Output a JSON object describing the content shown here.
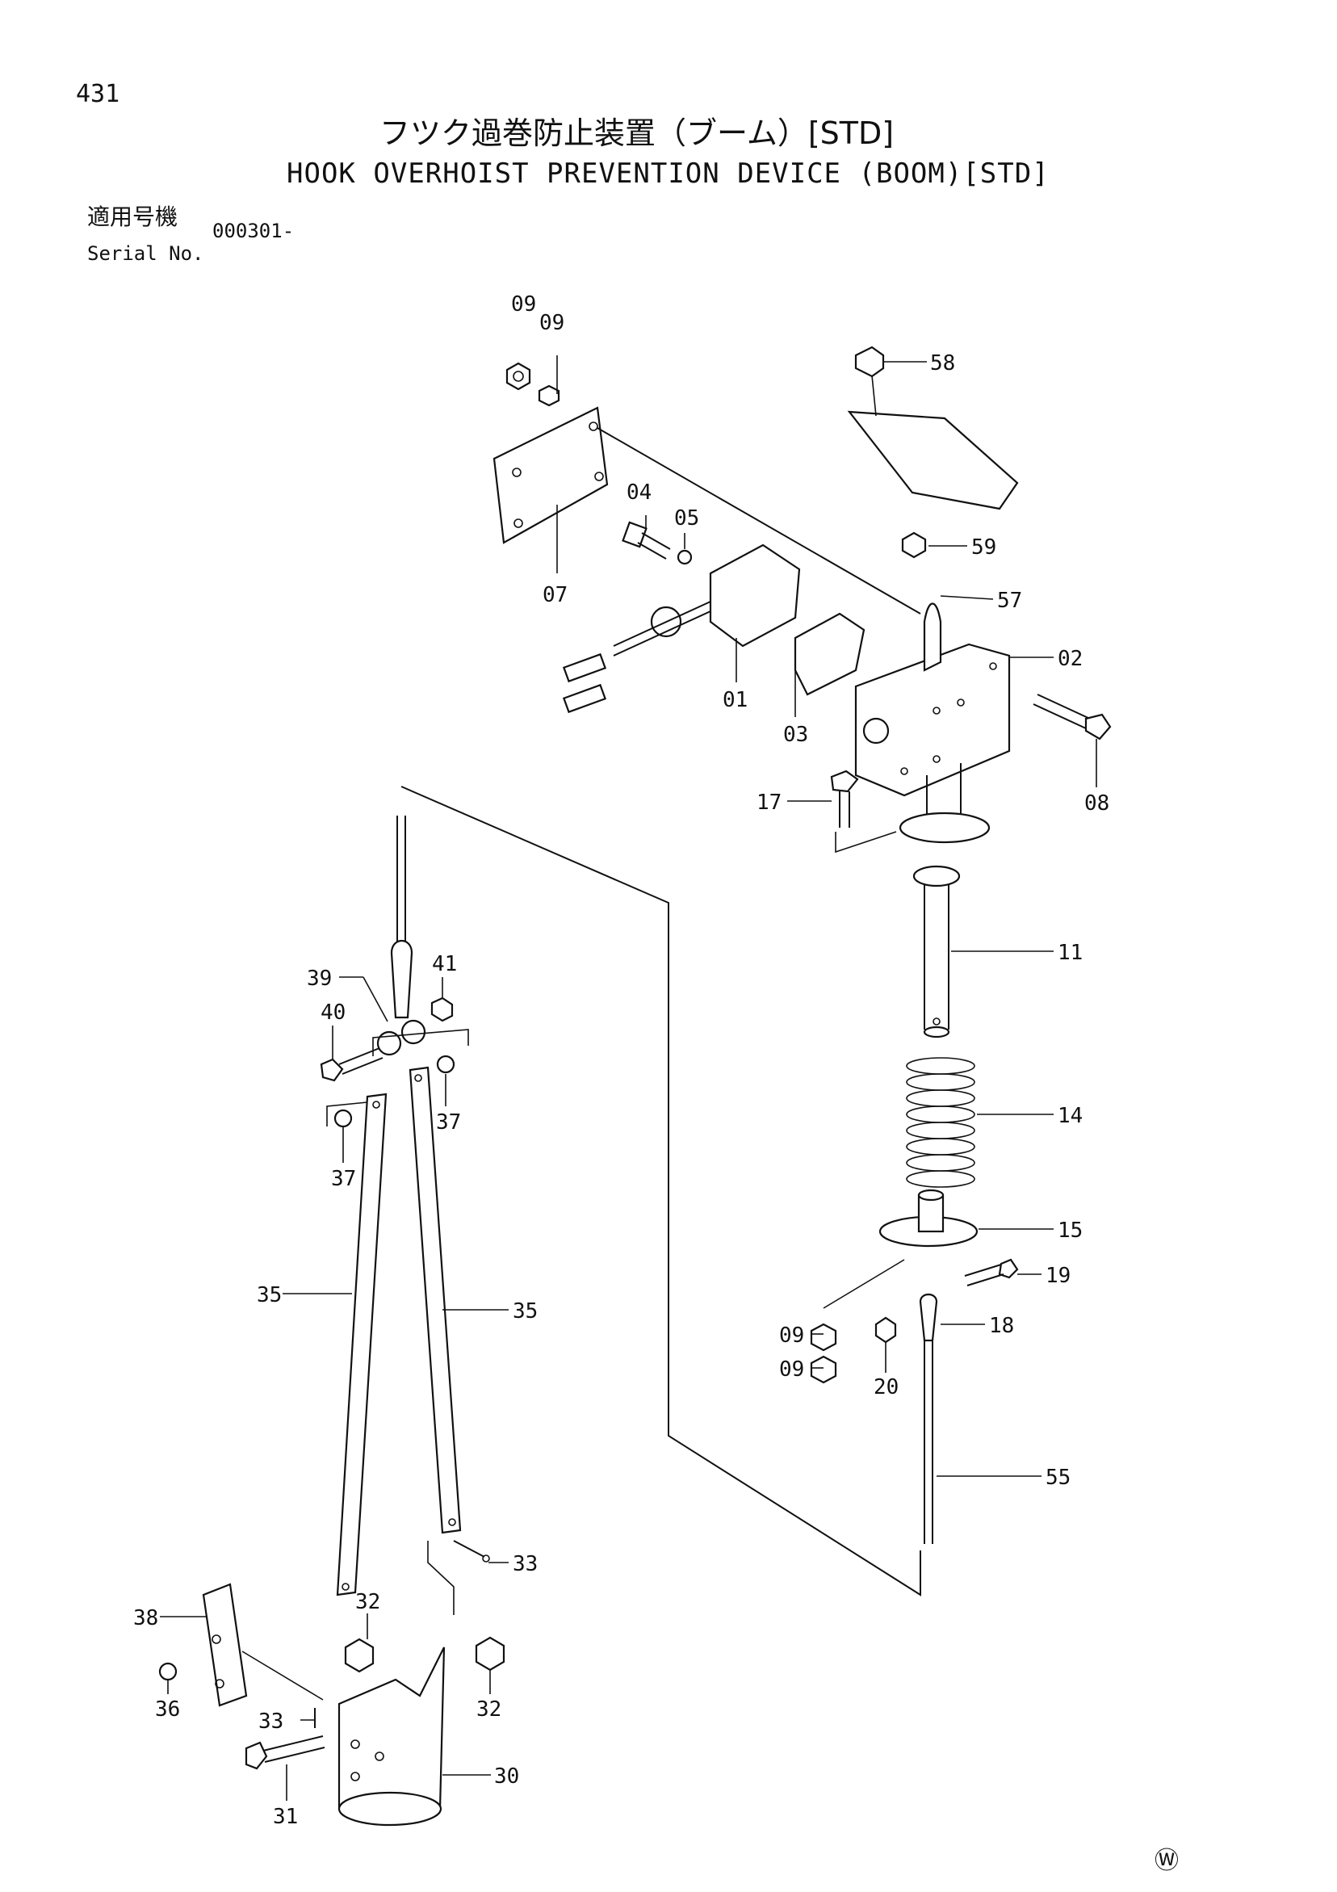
{
  "page_number": "431",
  "title_jp": "フツク過巻防止装置（ブーム）[STD]",
  "title_en": "HOOK OVERHOIST PREVENTION DEVICE (BOOM)[STD]",
  "serial_label_jp": "適用号機",
  "serial_label_en": "Serial No.",
  "serial_value": "000301-",
  "corner_mark": "Ⓦ",
  "callouts": [
    {
      "id": "c09a",
      "label": "09"
    },
    {
      "id": "c09b",
      "label": "09"
    },
    {
      "id": "c58",
      "label": "58"
    },
    {
      "id": "c04",
      "label": "04"
    },
    {
      "id": "c05",
      "label": "05"
    },
    {
      "id": "c07",
      "label": "07"
    },
    {
      "id": "c59",
      "label": "59"
    },
    {
      "id": "c57",
      "label": "57"
    },
    {
      "id": "c01",
      "label": "01"
    },
    {
      "id": "c03",
      "label": "03"
    },
    {
      "id": "c02",
      "label": "02"
    },
    {
      "id": "c08",
      "label": "08"
    },
    {
      "id": "c17",
      "label": "17"
    },
    {
      "id": "c11",
      "label": "11"
    },
    {
      "id": "c14",
      "label": "14"
    },
    {
      "id": "c15",
      "label": "15"
    },
    {
      "id": "c19",
      "label": "19"
    },
    {
      "id": "c18",
      "label": "18"
    },
    {
      "id": "c09c",
      "label": "09"
    },
    {
      "id": "c09d",
      "label": "09"
    },
    {
      "id": "c20",
      "label": "20"
    },
    {
      "id": "c55",
      "label": "55"
    },
    {
      "id": "c39",
      "label": "39"
    },
    {
      "id": "c41",
      "label": "41"
    },
    {
      "id": "c40",
      "label": "40"
    },
    {
      "id": "c37a",
      "label": "37"
    },
    {
      "id": "c37b",
      "label": "37"
    },
    {
      "id": "c35a",
      "label": "35"
    },
    {
      "id": "c35b",
      "label": "35"
    },
    {
      "id": "c33a",
      "label": "33"
    },
    {
      "id": "c32a",
      "label": "32"
    },
    {
      "id": "c38",
      "label": "38"
    },
    {
      "id": "c36",
      "label": "36"
    },
    {
      "id": "c33b",
      "label": "33"
    },
    {
      "id": "c32b",
      "label": "32"
    },
    {
      "id": "c30",
      "label": "30"
    },
    {
      "id": "c31",
      "label": "31"
    }
  ]
}
